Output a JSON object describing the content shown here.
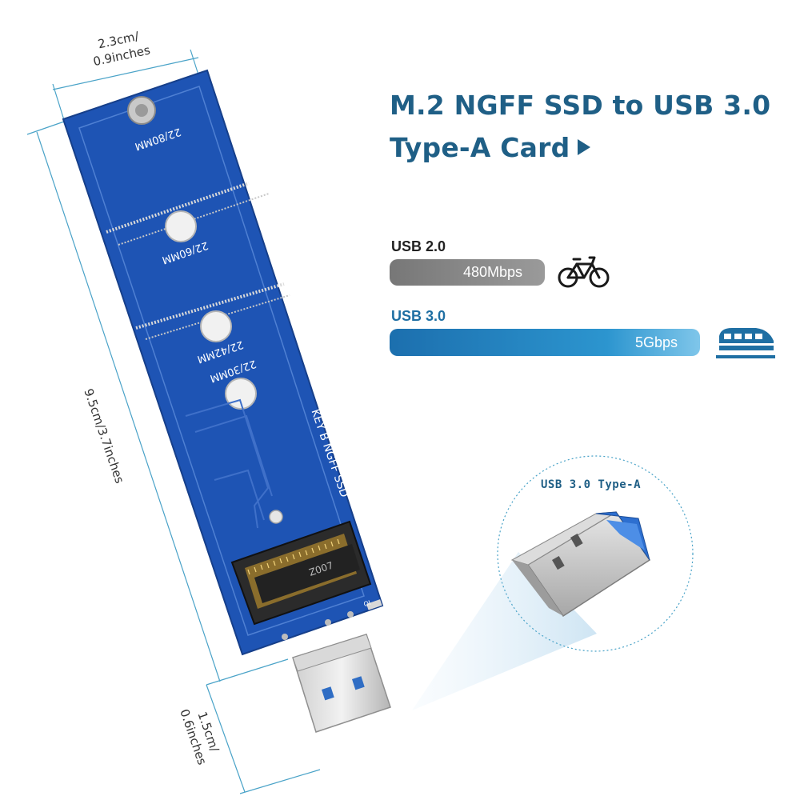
{
  "title": {
    "line1": "M.2 NGFF SSD to USB 3.0",
    "line2": "Type-A Card"
  },
  "speeds": {
    "usb2": {
      "label": "USB 2.0",
      "value": "480Mbps",
      "icon": "bicycle-icon"
    },
    "usb3": {
      "label": "USB 3.0",
      "value": "5Gbps",
      "icon": "train-icon"
    }
  },
  "dimensions": {
    "width": "2.3cm/\n0.9inches",
    "length": "9.5cm/3.7inches",
    "plug": "1.5cm/\n0.6inches"
  },
  "board": {
    "label_80": "22/80MM",
    "label_60": "22/60MM",
    "label_42": "22/42MM",
    "label_30": "22/30MM",
    "key_label": "KEY B NGFF SSD",
    "slot_code": "Z007",
    "io_label": "IO"
  },
  "callout": {
    "label": "USB 3.0  Type-A"
  },
  "colors": {
    "title": "#1f5f86",
    "pcb": "#1e54b4",
    "usb3_bar": "#2c95cf",
    "usb2_bar": "#8a8a8a"
  }
}
